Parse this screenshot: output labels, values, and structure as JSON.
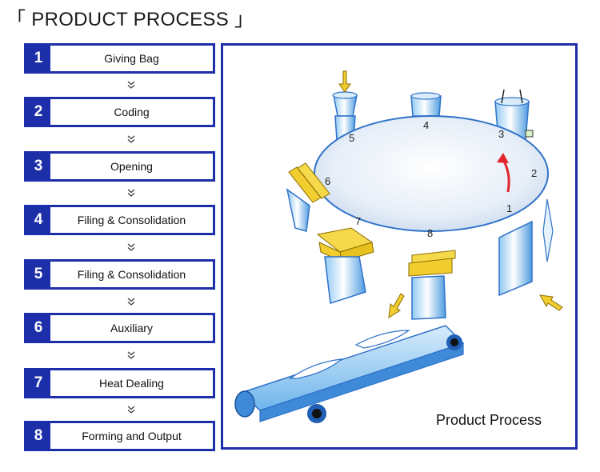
{
  "title": "「 PRODUCT PROCESS 」",
  "steps": [
    {
      "number": "1",
      "label": "Giving Bag"
    },
    {
      "number": "2",
      "label": "Coding"
    },
    {
      "number": "3",
      "label": "Opening"
    },
    {
      "number": "4",
      "label": "Filing & Consolidation"
    },
    {
      "number": "5",
      "label": "Filing & Consolidation"
    },
    {
      "number": "6",
      "label": "Auxiliary"
    },
    {
      "number": "7",
      "label": "Heat Dealing"
    },
    {
      "number": "8",
      "label": "Forming and Output"
    }
  ],
  "diagram": {
    "caption": "Product Process",
    "stations": [
      "1",
      "2",
      "3",
      "4",
      "5",
      "6",
      "7",
      "8"
    ]
  },
  "colors": {
    "accent": "#1c2fa8",
    "table_light": "#eef3fa",
    "table_edge": "#2f72c8",
    "pouch_blue": "#5aa9e8",
    "yellow": "#f2cd2f",
    "arrow_red": "#e0262d"
  }
}
